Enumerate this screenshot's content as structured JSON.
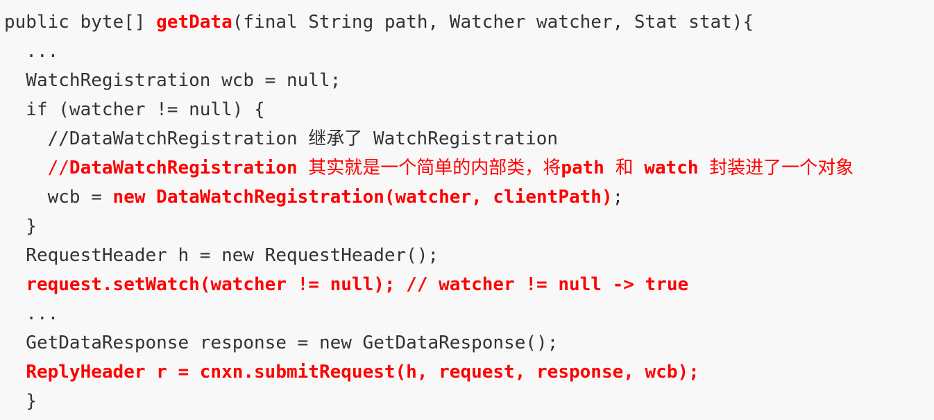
{
  "colors": {
    "background": "#f8f8f8",
    "text": "#333333",
    "highlight": "#ff0000"
  },
  "code": {
    "lines": [
      {
        "segments": [
          {
            "text": "public byte[] ",
            "style": "normal"
          },
          {
            "text": "getData",
            "style": "red-bold"
          },
          {
            "text": "(final String path, Watcher watcher, Stat stat){",
            "style": "normal"
          }
        ]
      },
      {
        "segments": [
          {
            "text": "  ...",
            "style": "normal"
          }
        ]
      },
      {
        "segments": [
          {
            "text": "  WatchRegistration wcb = null;",
            "style": "normal"
          }
        ]
      },
      {
        "segments": [
          {
            "text": "  if (watcher != null) {",
            "style": "normal"
          }
        ]
      },
      {
        "segments": [
          {
            "text": "    //DataWatchRegistration 继承了 WatchRegistration",
            "style": "normal"
          }
        ]
      },
      {
        "segments": [
          {
            "text": "    //",
            "style": "red"
          },
          {
            "text": "DataWatchRegistration",
            "style": "red-bold"
          },
          {
            "text": " 其实就是一个简单的内部类，将",
            "style": "red"
          },
          {
            "text": "path",
            "style": "red-bold"
          },
          {
            "text": " 和 ",
            "style": "red"
          },
          {
            "text": "watch",
            "style": "red-bold"
          },
          {
            "text": " 封装进了一个对象",
            "style": "red"
          }
        ]
      },
      {
        "segments": [
          {
            "text": "    wcb = ",
            "style": "normal"
          },
          {
            "text": "new DataWatchRegistration(watcher, clientPath)",
            "style": "red-bold"
          },
          {
            "text": ";",
            "style": "normal"
          }
        ]
      },
      {
        "segments": [
          {
            "text": "  }",
            "style": "normal"
          }
        ]
      },
      {
        "segments": [
          {
            "text": "  RequestHeader h = new RequestHeader();",
            "style": "normal"
          }
        ]
      },
      {
        "segments": [
          {
            "text": "  ",
            "style": "normal"
          },
          {
            "text": "request.setWatch(watcher != null); // watcher != null -> true",
            "style": "red-bold"
          }
        ]
      },
      {
        "segments": [
          {
            "text": "  ...",
            "style": "normal"
          }
        ]
      },
      {
        "segments": [
          {
            "text": "  GetDataResponse response = new GetDataResponse();",
            "style": "normal"
          }
        ]
      },
      {
        "segments": [
          {
            "text": "  ",
            "style": "normal"
          },
          {
            "text": "ReplyHeader r = cnxn.submitRequest(h, request, response, wcb);",
            "style": "red-bold"
          }
        ]
      },
      {
        "segments": [
          {
            "text": "  }",
            "style": "normal"
          }
        ]
      }
    ]
  }
}
